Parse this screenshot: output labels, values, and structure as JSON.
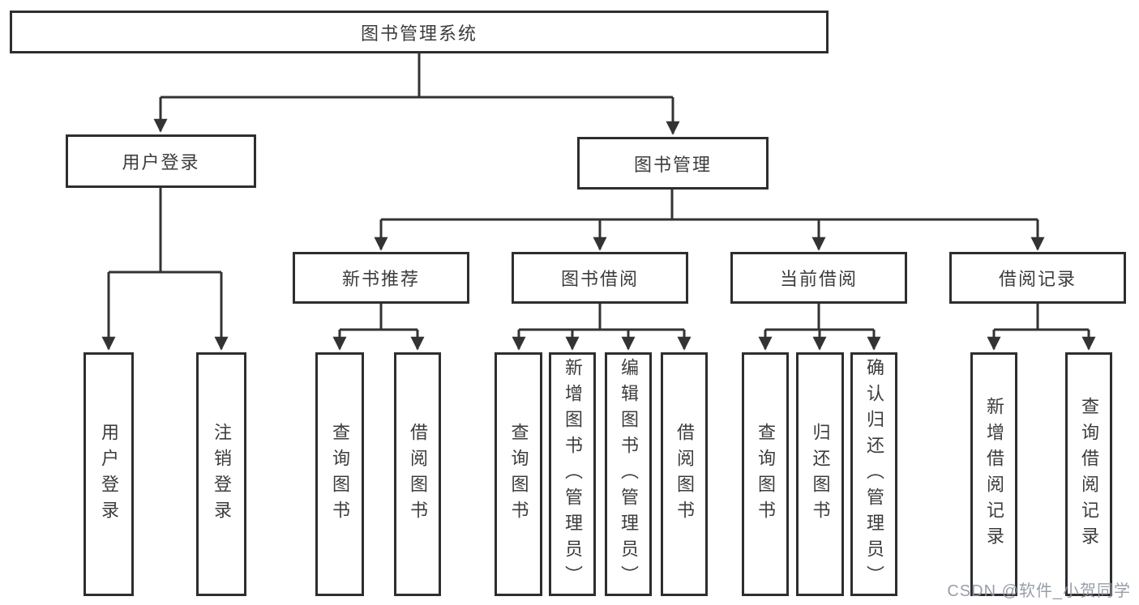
{
  "diagram": {
    "root": {
      "label": "图书管理系统"
    },
    "level2": [
      {
        "label": "用户登录"
      },
      {
        "label": "图书管理"
      }
    ],
    "level3": [
      {
        "label": "新书推荐"
      },
      {
        "label": "图书借阅"
      },
      {
        "label": "当前借阅"
      },
      {
        "label": "借阅记录"
      }
    ],
    "leaves": {
      "user": [
        {
          "label": "用户登录"
        },
        {
          "label": "注销登录"
        }
      ],
      "newbook": [
        {
          "label": "查询图书"
        },
        {
          "label": "借阅图书"
        }
      ],
      "borrow": [
        {
          "label": "查询图书"
        },
        {
          "label": "新增图书（管理员）"
        },
        {
          "label": "编辑图书（管理员）"
        },
        {
          "label": "借阅图书"
        }
      ],
      "current": [
        {
          "label": "查询图书"
        },
        {
          "label": "归还图书"
        },
        {
          "label": "确认归还（管理员）"
        }
      ],
      "records": [
        {
          "label": "新增借阅记录"
        },
        {
          "label": "查询借阅记录"
        }
      ]
    },
    "watermark": "CSDN @软件_小贺同学",
    "colors": {
      "line": "#333333",
      "border": "#2e2e2e",
      "text": "#3c3c3c",
      "background": "#ffffff",
      "watermark": "#8f96a1"
    }
  }
}
